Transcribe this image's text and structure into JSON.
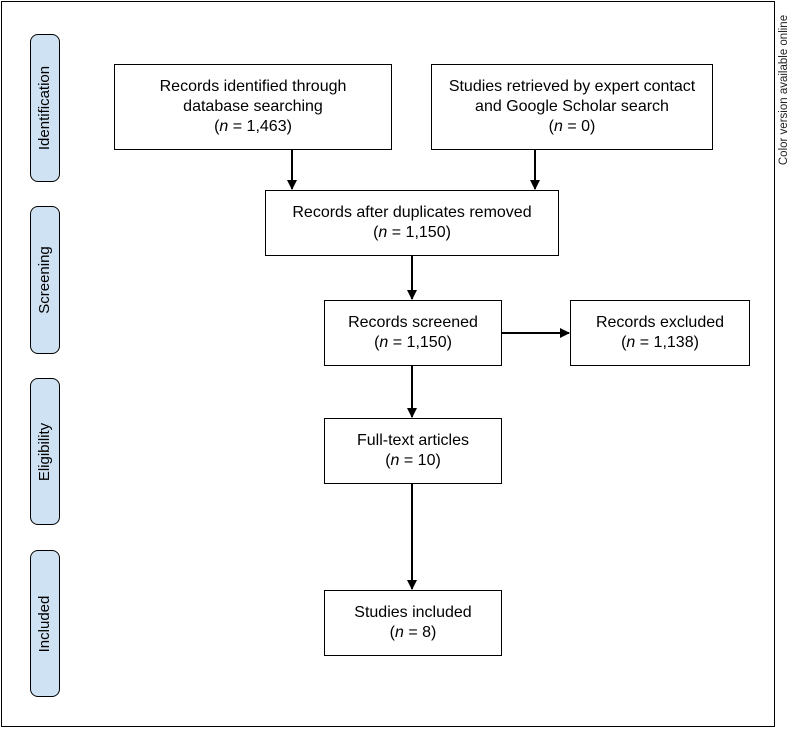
{
  "side_note": "Color version available online",
  "stages": [
    {
      "label": "Identification"
    },
    {
      "label": "Screening"
    },
    {
      "label": "Eligibility"
    },
    {
      "label": "Included"
    }
  ],
  "boxes": {
    "database_search": {
      "line1": "Records identified through",
      "line2": "database searching",
      "n_label": "n",
      "n_value": " = 1,463)"
    },
    "expert_contact": {
      "line1": "Studies retrieved by expert contact",
      "line2": "and Google Scholar search",
      "n_label": "n",
      "n_value": " = 0)"
    },
    "after_duplicates": {
      "line1": "Records after duplicates removed",
      "n_label": "n",
      "n_value": " = 1,150)"
    },
    "screened": {
      "line1": "Records screened",
      "n_label": "n",
      "n_value": " = 1,150)"
    },
    "excluded": {
      "line1": "Records excluded",
      "n_label": "n",
      "n_value": " = 1,138)"
    },
    "full_text": {
      "line1": "Full-text articles",
      "n_label": "n",
      "n_value": " = 10)"
    },
    "included": {
      "line1": "Studies included",
      "n_label": "n",
      "n_value": " = 8)"
    }
  }
}
